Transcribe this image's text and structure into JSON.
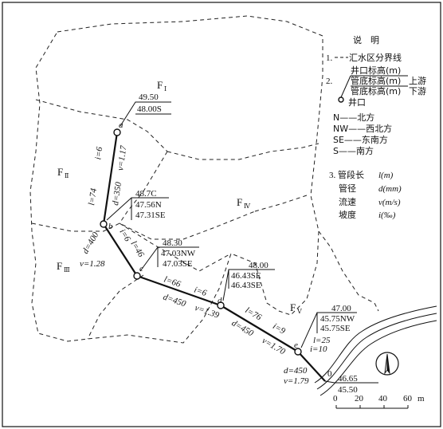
{
  "legend": {
    "title": "说　明",
    "item1_num": "1.",
    "item1_text": "汇水区分界线",
    "item2_num": "2.",
    "item2_top": "井口标高(m)",
    "item2_mid": "管底标高(m)",
    "item2_mid_suffix": "上游",
    "item2_bot": "管底标高(m)",
    "item2_bot_suffix": "下游",
    "item2_well": "井口",
    "dir_n": "N——北方",
    "dir_nw": "NW——西北方",
    "dir_se": "SE——东南方",
    "dir_s": "S——南方",
    "item3_num": "3.",
    "item3_l": "管段长",
    "item3_l_sym": "l(m)",
    "item3_d": "管径",
    "item3_d_sym": "d(mm)",
    "item3_v": "流速",
    "item3_v_sym": "v(m/s)",
    "item3_i": "坡度",
    "item3_i_sym": "i(‰)"
  },
  "areas": [
    {
      "label": "F",
      "sub": "Ⅰ"
    },
    {
      "label": "F",
      "sub": "Ⅱ"
    },
    {
      "label": "F",
      "sub": "Ⅲ"
    },
    {
      "label": "F",
      "sub": "Ⅳ"
    },
    {
      "label": "F",
      "sub": "Ⅴ"
    }
  ],
  "nodes": [
    {
      "id": "a",
      "elev": [
        "49.50",
        "48.00S"
      ]
    },
    {
      "id": "b",
      "elev": [
        "48.7C",
        "47.56N",
        "47.31SE"
      ]
    },
    {
      "id": "c",
      "elev": [
        "48.30",
        "47.03NW",
        "47.03SE"
      ]
    },
    {
      "id": "d",
      "elev": [
        "48.00",
        "46.43SE",
        "46.43SE"
      ]
    },
    {
      "id": "e",
      "elev": [
        "47.00",
        "45.75NW",
        "45.75SE"
      ]
    },
    {
      "id": "0",
      "elev": [
        "46.65",
        "45.50"
      ]
    }
  ],
  "segments": [
    {
      "name": "a-b",
      "l": "l=74",
      "i": "i=6",
      "d": "d=350",
      "v": "v=1.17"
    },
    {
      "name": "b-c",
      "i": "i=6",
      "l": "l=46",
      "d": "d=400",
      "v": "v=1.28"
    },
    {
      "name": "c-d",
      "l": "l=66",
      "i": "i=6",
      "d": "d=450",
      "v": "v=1.39"
    },
    {
      "name": "d-e",
      "l": "l=76",
      "i": "i=9",
      "d": "d=450",
      "v": "v=1.70"
    },
    {
      "name": "e-0",
      "l": "l=25",
      "i": "i=10",
      "d": "d=450",
      "v": "v=1.79"
    }
  ],
  "scale": {
    "ticks": [
      "0",
      "20",
      "40",
      "60"
    ],
    "unit": "m"
  }
}
